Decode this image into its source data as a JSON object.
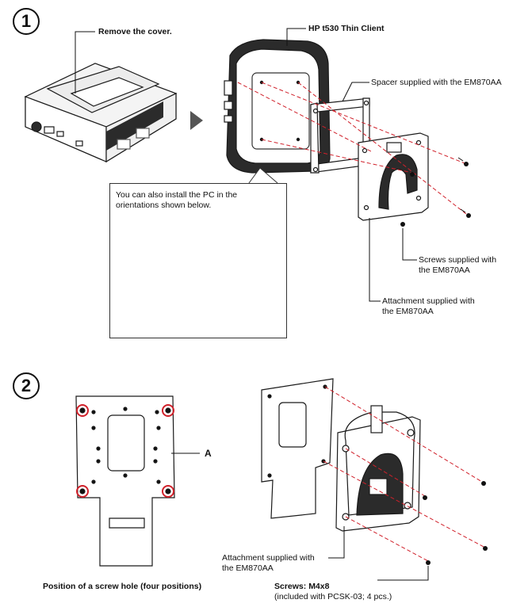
{
  "steps": [
    {
      "number": "1",
      "labels": {
        "remove_cover": "Remove the cover.",
        "thin_client": "HP t530 Thin Client",
        "spacer": "Spacer supplied with the EM870AA",
        "screws": "Screws supplied with the EM870AA",
        "attachment": "Attachment supplied with the EM870AA"
      },
      "callout": "You can also install the PC in the orientations shown below."
    },
    {
      "number": "2",
      "labels": {
        "marker_a": "A",
        "attachment": "Attachment supplied with the EM870AA",
        "screws_title": "Screws: M4x8",
        "screws_note": "(included with PCSK-03; 4 pcs.)",
        "screw_hole_caption": "Position of a screw hole (four positions)"
      }
    }
  ],
  "colors": {
    "line": "#1a1a1a",
    "highlight": "#d0202a",
    "shade": "#2b2b2b",
    "panel": "#f2f2f2"
  }
}
